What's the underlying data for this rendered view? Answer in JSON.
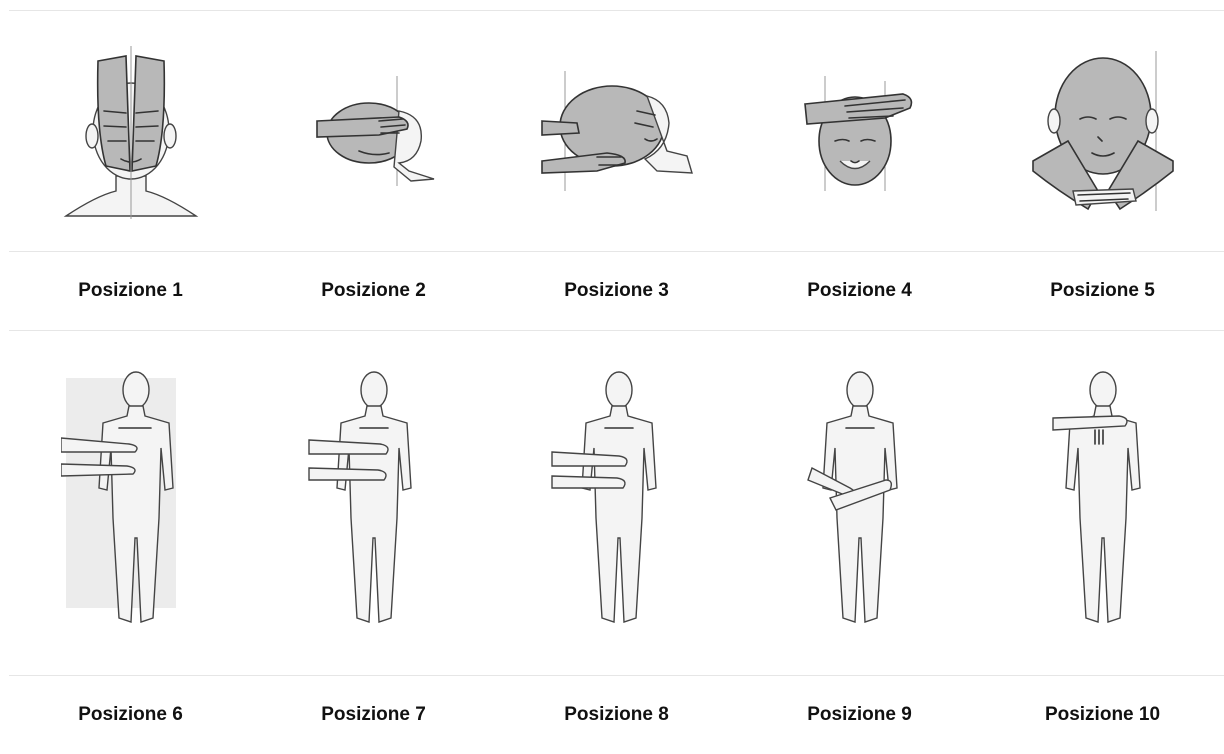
{
  "positions": {
    "top": [
      {
        "label": "Posizione 1",
        "icon": "hands-over-face-icon"
      },
      {
        "label": "Posizione 2",
        "icon": "hands-side-head-icon"
      },
      {
        "label": "Posizione 3",
        "icon": "hands-under-head-icon"
      },
      {
        "label": "Posizione 4",
        "icon": "hands-on-forehead-icon"
      },
      {
        "label": "Posizione 5",
        "icon": "hands-on-throat-icon"
      }
    ],
    "bottom": [
      {
        "label": "Posizione 6",
        "icon": "hands-on-upper-abdomen-icon"
      },
      {
        "label": "Posizione 7",
        "icon": "hands-on-chest-abdomen-icon"
      },
      {
        "label": "Posizione 8",
        "icon": "hands-on-lower-abdomen-icon"
      },
      {
        "label": "Posizione 9",
        "icon": "hands-on-pelvis-icon"
      },
      {
        "label": "Posizione 10",
        "icon": "hands-on-upper-chest-icon"
      }
    ]
  }
}
